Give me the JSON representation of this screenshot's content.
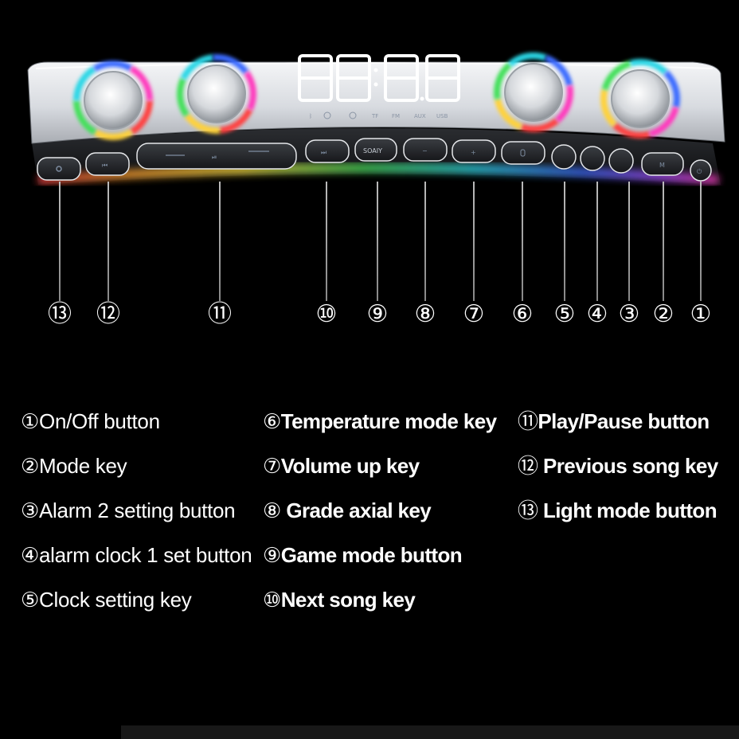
{
  "device": {
    "brand_button": "SOAIY",
    "indicators": [
      "TF",
      "FM",
      "AUX",
      "USB"
    ],
    "glyphs": {
      "next": "⏭",
      "prev": "⏮",
      "play": "⏯",
      "minus": "−",
      "plus": "+",
      "mode": "M",
      "power": "⏻"
    }
  },
  "callouts": [
    {
      "n": "⑬"
    },
    {
      "n": "⑫"
    },
    {
      "n": "⑪"
    },
    {
      "n": "⑩"
    },
    {
      "n": "⑨"
    },
    {
      "n": "⑧"
    },
    {
      "n": "⑦"
    },
    {
      "n": "⑥"
    },
    {
      "n": "⑤"
    },
    {
      "n": "④"
    },
    {
      "n": "③"
    },
    {
      "n": "②"
    },
    {
      "n": "①"
    }
  ],
  "legend": {
    "col1": [
      {
        "num": "①",
        "label": "On/Off button"
      },
      {
        "num": "②",
        "label": "Mode key"
      },
      {
        "num": "③",
        "label": "Alarm 2 setting button"
      },
      {
        "num": "④",
        "label": "alarm clock 1 set button"
      },
      {
        "num": "⑤",
        "label": "Clock setting key"
      }
    ],
    "col2": [
      {
        "num": "⑥",
        "label": "Temperature mode key"
      },
      {
        "num": "⑦",
        "label": "Volume up key"
      },
      {
        "num": "⑧",
        "label": " Grade axial key"
      },
      {
        "num": "⑨",
        "label": "Game mode button"
      },
      {
        "num": "⑩",
        "label": "Next song key"
      }
    ],
    "col3": [
      {
        "num": "⑪",
        "label": "Play/Pause button"
      },
      {
        "num": "⑫",
        "label": " Previous song key"
      },
      {
        "num": "⑬",
        "label": " Light mode button"
      }
    ]
  },
  "colors": {
    "background": "#000000",
    "text": "#ffffff",
    "body": "#dcdfe4"
  }
}
